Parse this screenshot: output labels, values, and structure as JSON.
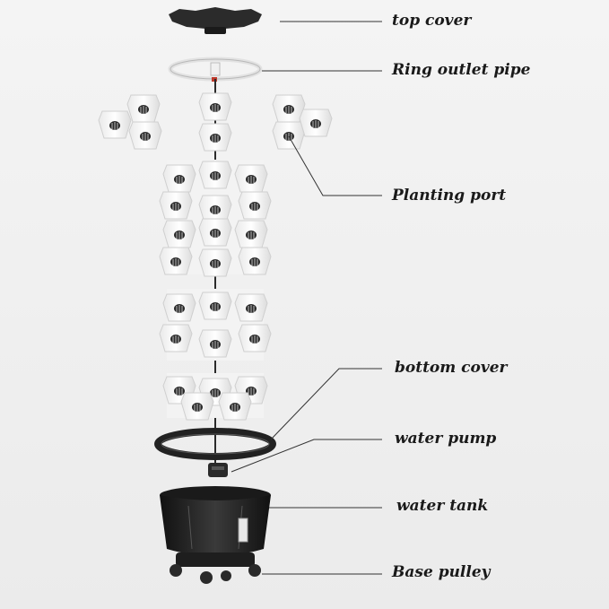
{
  "labels": {
    "top_cover": "top cover",
    "ring_outlet_pipe": "Ring outlet pipe",
    "planting_port": "Planting port",
    "bottom_cover": "bottom cover",
    "water_pump": "water pump",
    "water_tank": "water tank",
    "base_pulley": "Base pulley"
  }
}
